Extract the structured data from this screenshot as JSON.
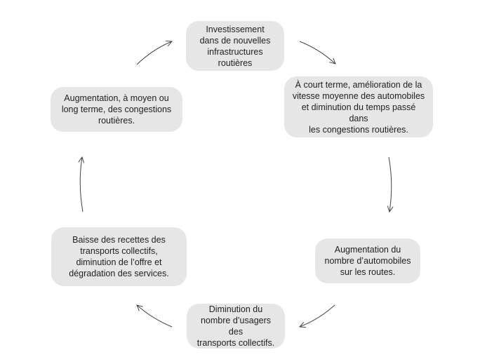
{
  "diagram": {
    "nodes": [
      {
        "id": "invest",
        "text": "Investissement\ndans de nouvelles\ninfrastructures\nroutières"
      },
      {
        "id": "short_term",
        "text": "À court terme, amélioration de la\nvitesse moyenne des automobiles\net diminution du temps passé dans\nles congestions routières."
      },
      {
        "id": "more_cars",
        "text": "Augmentation du\nnombre d’automobiles\nsur les routes."
      },
      {
        "id": "fewer_users",
        "text": "Diminution du\nnombre d’usagers des\ntransports collectifs."
      },
      {
        "id": "revenue_drop",
        "text": "Baisse des recettes des\ntransports collectifs,\ndiminution de l’offre et\ndégradation des services."
      },
      {
        "id": "long_term",
        "text": "Augmentation, à moyen ou\nlong terme, des congestions\nroutières."
      }
    ],
    "edges": [
      {
        "from": "invest",
        "to": "short_term"
      },
      {
        "from": "short_term",
        "to": "more_cars"
      },
      {
        "from": "more_cars",
        "to": "fewer_users"
      },
      {
        "from": "fewer_users",
        "to": "revenue_drop"
      },
      {
        "from": "revenue_drop",
        "to": "long_term"
      },
      {
        "from": "long_term",
        "to": "invest"
      }
    ]
  }
}
